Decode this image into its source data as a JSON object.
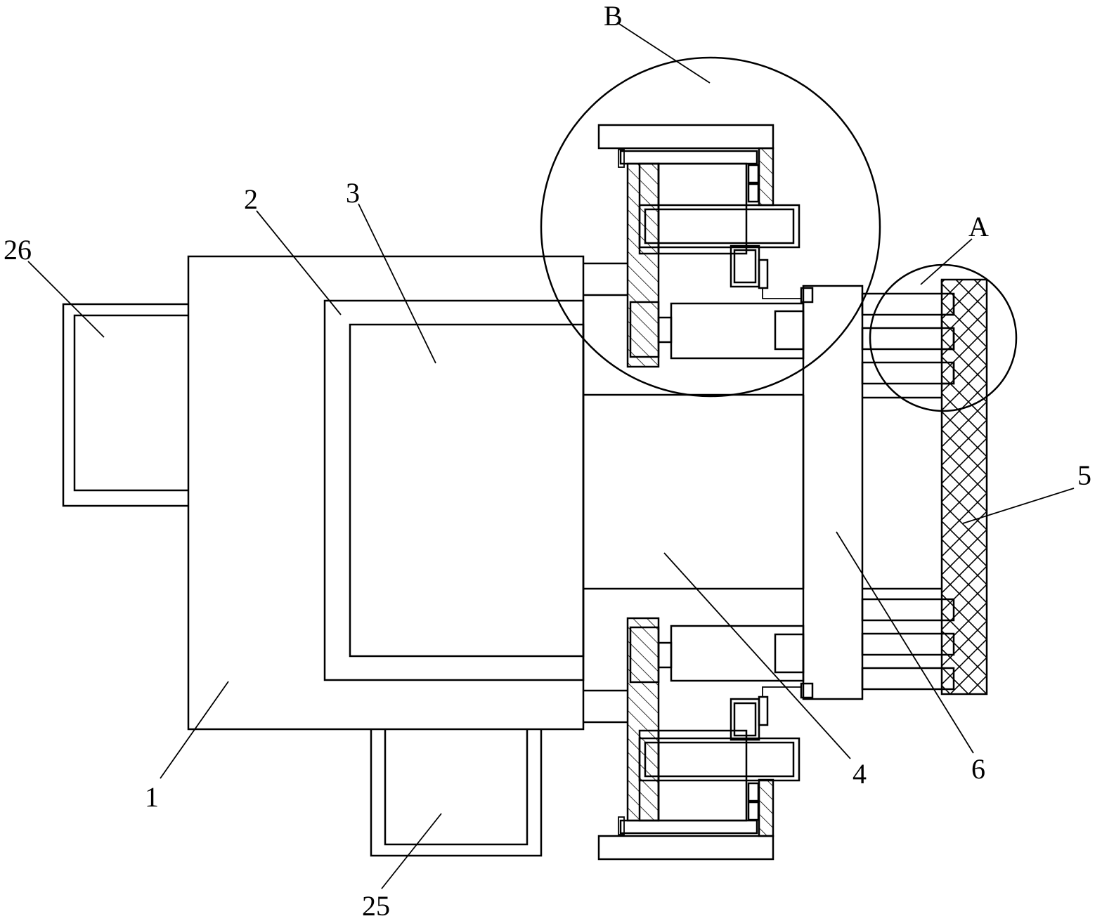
{
  "labels": {
    "l1": "1",
    "l2": "2",
    "l3": "3",
    "l4": "4",
    "l5": "5",
    "l6": "6",
    "l25": "25",
    "l26": "26",
    "lA": "A",
    "lB": "B"
  },
  "colors": {
    "line": "#000000",
    "background": "#ffffff"
  }
}
